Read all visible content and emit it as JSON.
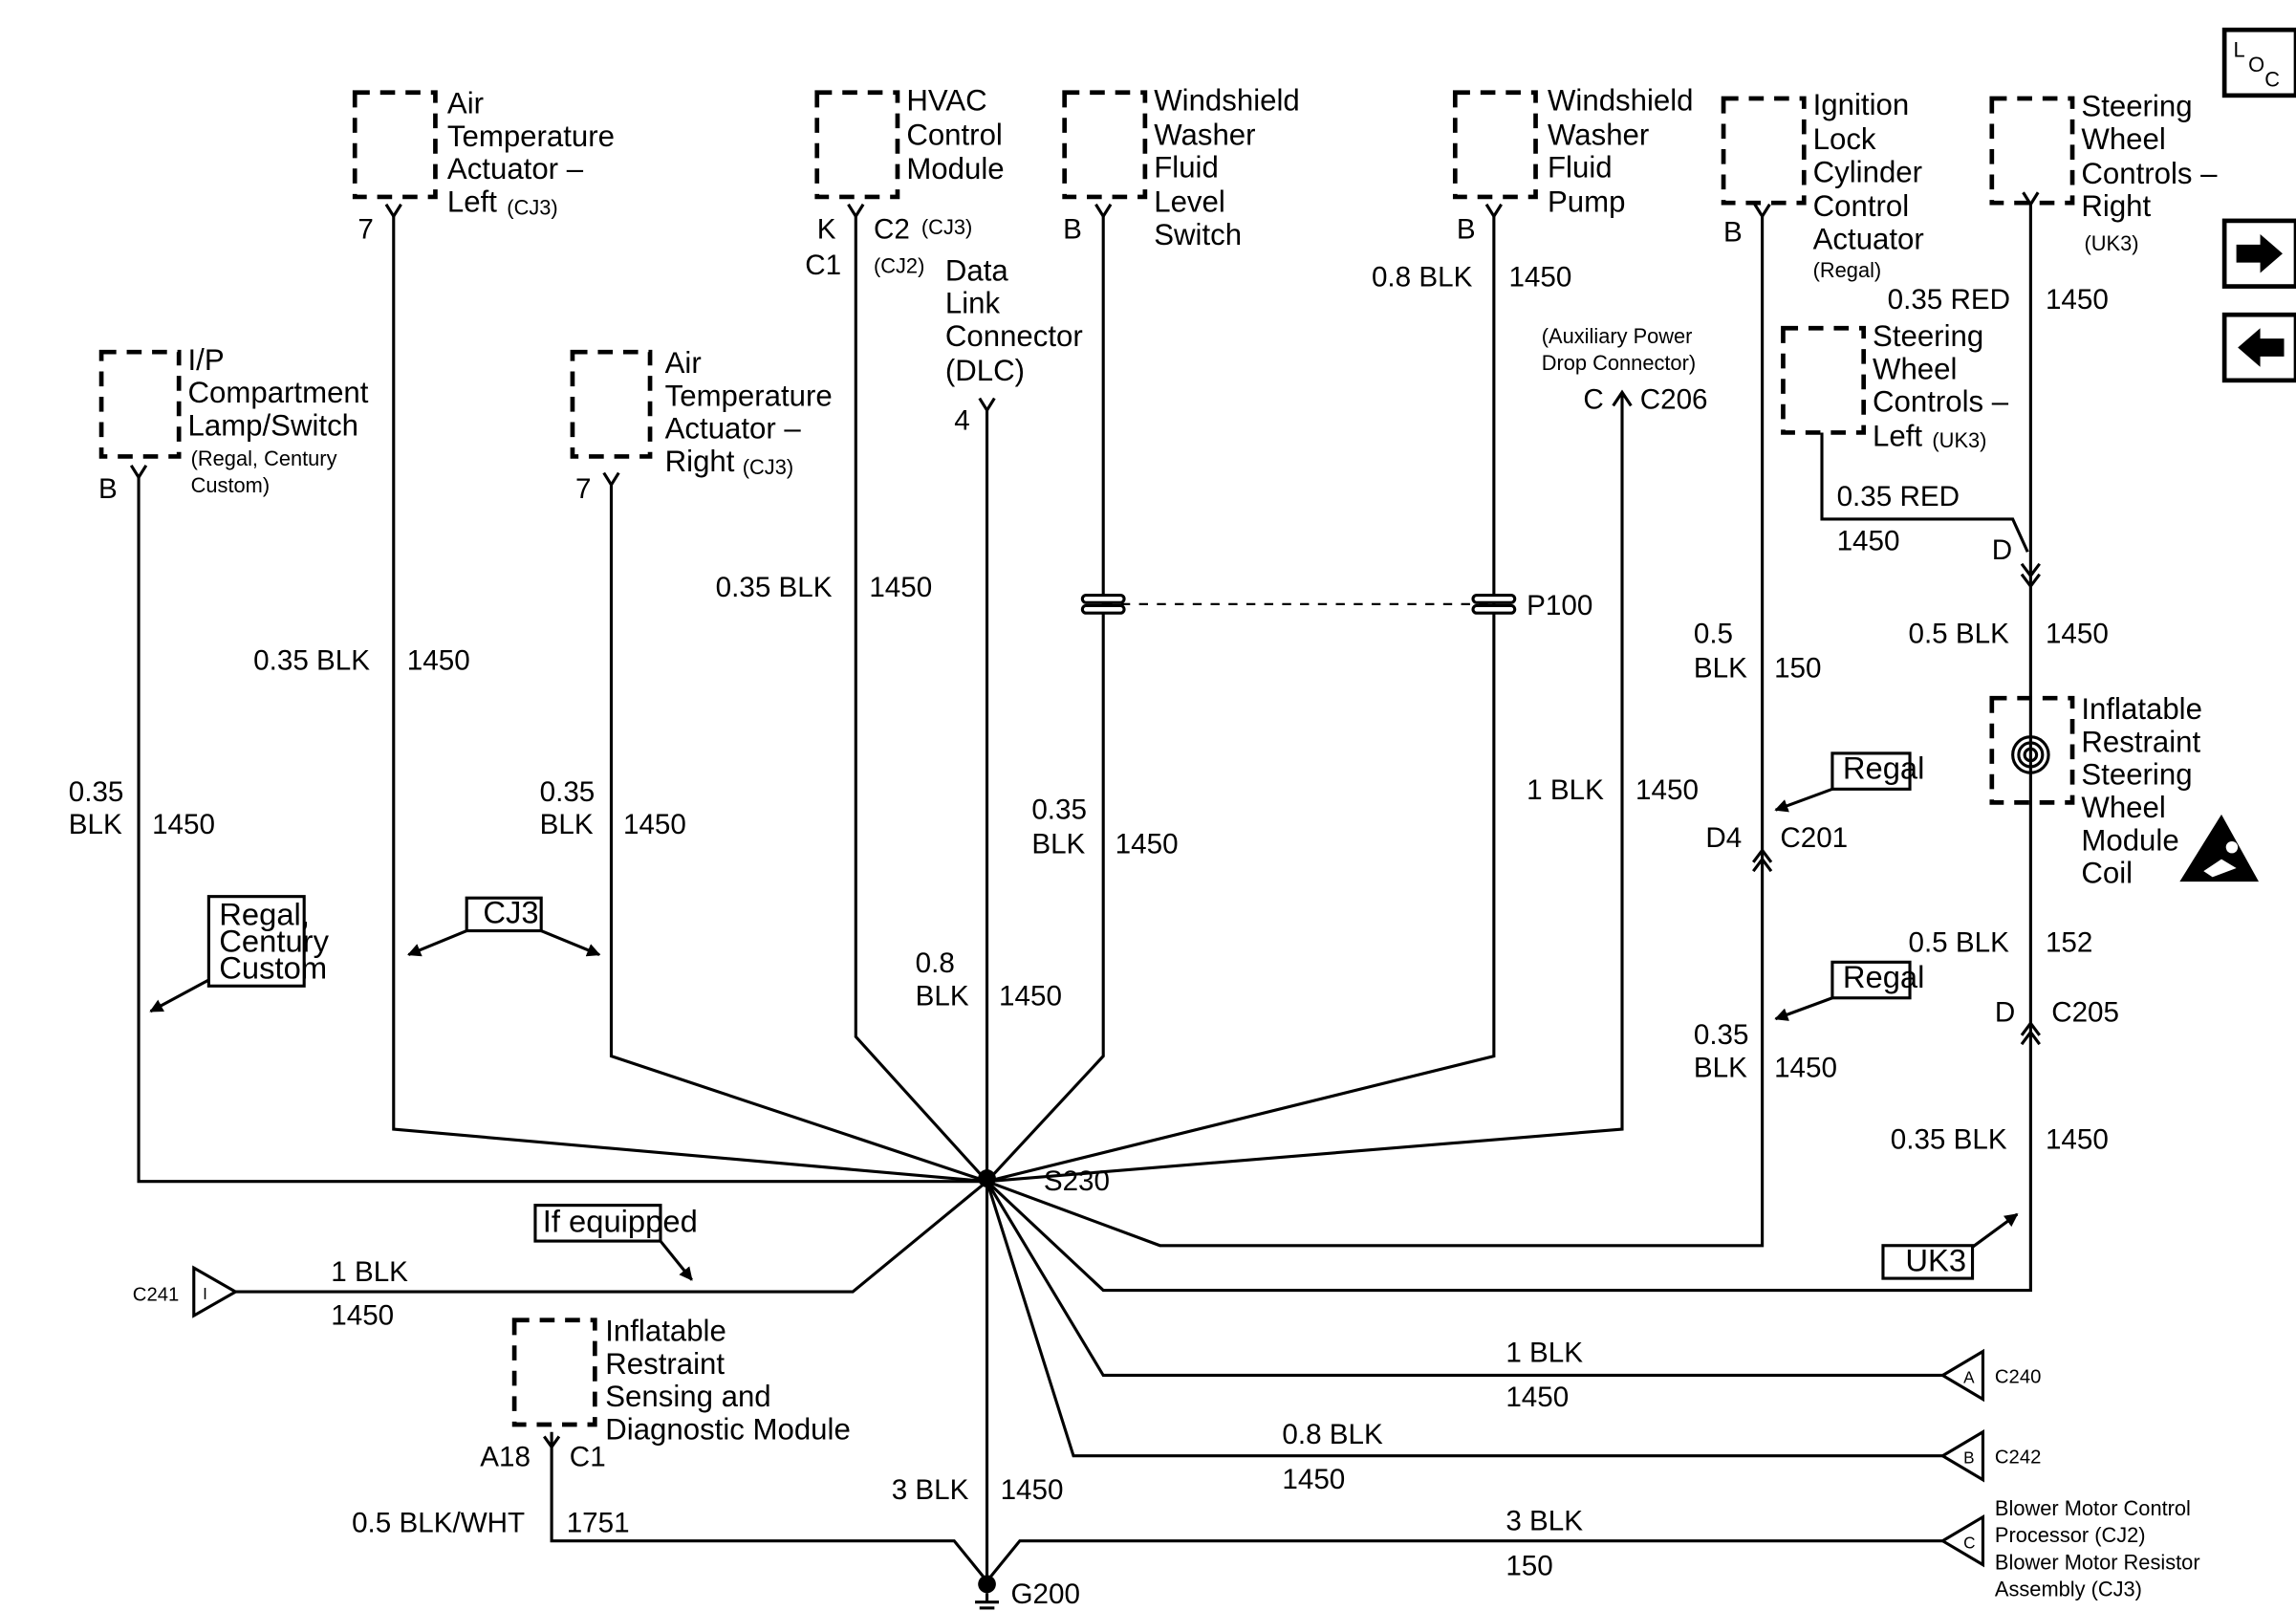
{
  "nav": {
    "loc": [
      "L",
      "O",
      "C"
    ]
  },
  "components": {
    "ip_lamp": [
      "I/P",
      "Compartment",
      "Lamp/Switch"
    ],
    "ip_lamp_note": [
      "(Regal, Century",
      "Custom)"
    ],
    "air_left": [
      "Air",
      "Temperature",
      "Actuator –",
      "Left"
    ],
    "air_left_opt": "(CJ3)",
    "air_right": [
      "Air",
      "Temperature",
      "Actuator –",
      "Right"
    ],
    "air_right_opt": "(CJ3)",
    "hvac": [
      "HVAC",
      "Control",
      "Module"
    ],
    "dlc": [
      "Data",
      "Link",
      "Connector",
      "(DLC)"
    ],
    "ws_level": [
      "Windshield",
      "Washer",
      "Fluid",
      "Level",
      "Switch"
    ],
    "ws_pump": [
      "Windshield",
      "Washer",
      "Fluid",
      "Pump"
    ],
    "ignition": [
      "Ignition",
      "Lock",
      "Cylinder",
      "Control",
      "Actuator"
    ],
    "ignition_note": "(Regal)",
    "swc_right": [
      "Steering",
      "Wheel",
      "Controls –",
      "Right"
    ],
    "swc_right_opt": "(UK3)",
    "swc_left": [
      "Steering",
      "Wheel",
      "Controls –",
      "Left"
    ],
    "swc_left_opt": "(UK3)",
    "airbag_coil": [
      "Inflatable",
      "Restraint",
      "Steering",
      "Wheel",
      "Module",
      "Coil"
    ],
    "sdm": [
      "Inflatable",
      "Restraint",
      "Sensing and",
      "Diagnostic Module"
    ],
    "aux_power": [
      "(Auxiliary Power",
      "Drop Connector)"
    ],
    "blower": [
      "Blower Motor Control",
      "Processor (CJ2)",
      "Blower Motor Resistor",
      "Assembly (CJ3)"
    ]
  },
  "pins": {
    "ip_b": "B",
    "air_left_7": "7",
    "air_right_7": "7",
    "hvac_k": "K",
    "hvac_c1": "C1",
    "hvac_c2": "C2",
    "hvac_cj3": "(CJ3)",
    "hvac_cj2": "(CJ2)",
    "dlc_4": "4",
    "ws_level_b": "B",
    "ws_pump_b": "B",
    "aux_c": "C",
    "c206": "C206",
    "ign_b": "B",
    "uk3_d": "D",
    "c201_d4": "D4",
    "c201": "C201",
    "c205_d": "D",
    "c205": "C205",
    "sdm_a18": "A18",
    "sdm_c1": "C1",
    "c241": "C241",
    "c241_pin": "I",
    "c240": "C240",
    "c240_pin": "A",
    "c242": "C242",
    "c242_pin": "B",
    "blower_pin": "C",
    "p100": "P100",
    "s230": "S230",
    "g200": "G200"
  },
  "wires": {
    "ip_gauge": [
      "0.35",
      "BLK"
    ],
    "ip_circuit": "1450",
    "air_left_gauge": "0.35 BLK",
    "air_left_circuit": "1450",
    "air_right_gauge": [
      "0.35",
      "BLK"
    ],
    "air_right_circuit": "1450",
    "hvac_gauge": "0.35 BLK",
    "hvac_circuit": "1450",
    "dlc_gauge": [
      "0.8",
      "BLK"
    ],
    "dlc_circuit": "1450",
    "ws_level_gauge": [
      "0.35",
      "BLK"
    ],
    "ws_level_circuit": "1450",
    "ws_pump_gauge": "0.8 BLK",
    "ws_pump_circuit": "1450",
    "aux_gauge": "1 BLK",
    "aux_circuit": "1450",
    "ign_gauge": [
      "0.5",
      "BLK"
    ],
    "ign_circuit": "150",
    "ign_low_gauge": [
      "0.35",
      "BLK"
    ],
    "ign_low_circuit": "1450",
    "swc_right_gauge": "0.35 RED",
    "swc_right_circuit": "1450",
    "swc_left_gauge": "0.35 RED",
    "swc_left_circuit": "1450",
    "uk3_gauge": "0.5 BLK",
    "uk3_circuit": "1450",
    "coil_gauge": "0.5 BLK",
    "coil_circuit": "152",
    "c205_gauge": "0.35 BLK",
    "c205_circuit": "1450",
    "c241_gauge": "1 BLK",
    "c241_circuit": "1450",
    "c240_gauge": "1 BLK",
    "c240_circuit": "1450",
    "c242_gauge": "0.8 BLK",
    "c242_circuit": "1450",
    "blower_gauge": "3 BLK",
    "blower_circuit": "150",
    "g200_gauge": "3 BLK",
    "g200_circuit": "1450",
    "sdm_gauge": "0.5 BLK/WHT",
    "sdm_circuit": "1751"
  },
  "option_tags": {
    "regal_century": [
      "Regal,",
      "Century",
      "Custom"
    ],
    "cj3": "CJ3",
    "if_equipped": "If equipped",
    "regal_1": "Regal",
    "regal_2": "Regal",
    "uk3": "UK3"
  }
}
